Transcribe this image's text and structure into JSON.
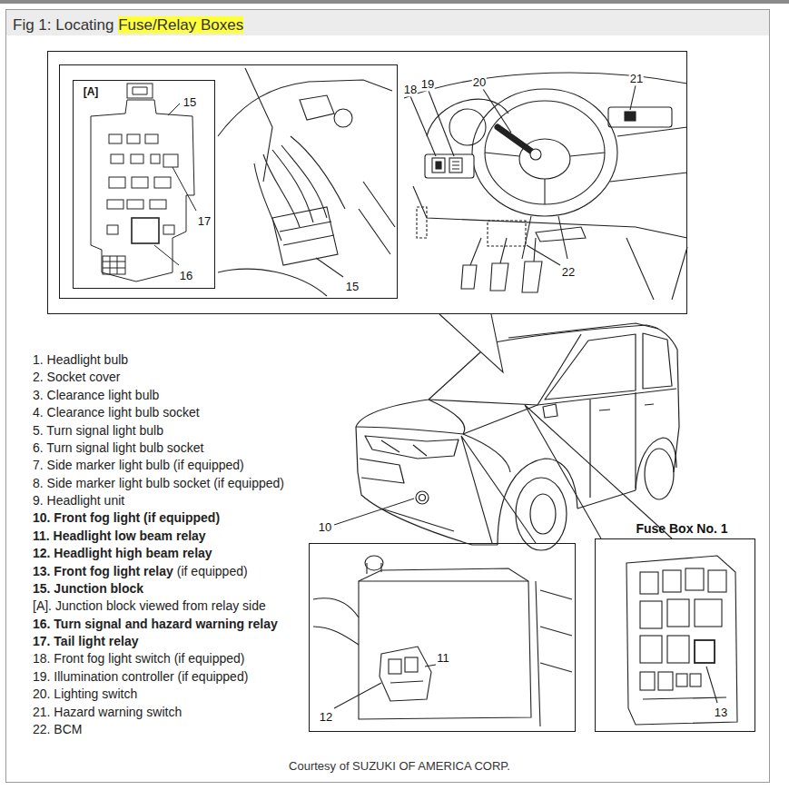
{
  "diagram": {
    "title": "Fig 1: Locating Fuse/Relay Boxes",
    "caption": "Courtesy of SUZUKI OF AMERICA CORP.",
    "nodes": [
      {
        "text": [
          "18",
          "19",
          "20",
          "21",
          "22"
        ]
      },
      {
        "text": [
          "15"
        ],
        "in": 0
      },
      {
        "text": [
          "[A]",
          "15",
          "17",
          "16"
        ],
        "in": 1
      },
      {
        "text": [
          "11",
          "12"
        ]
      },
      {
        "text": [
          "Fuse Box No. 1",
          "13"
        ]
      }
    ],
    "labels": [
      "1. Headlight bulb",
      "2. Socket cover",
      "3. Clearance light bulb",
      "4. Clearance light bulb socket",
      "5. Turn signal light bulb",
      "6. Turn signal light bulb socket",
      "7. Side marker light bulb (if equipped)",
      "8. Side marker light bulb socket (if equipped)",
      "9. Headlight unit",
      "10. Front fog light (if equipped)",
      "11. Headlight low beam relay",
      "12. Headlight high beam relay",
      "13. Front fog light relay",
      "(if equipped)",
      "15. Junction block",
      "[A]. Junction block viewed from relay side",
      "16. Turn signal and hazard warning relay",
      "17. Tail light relay",
      "18. Front fog light switch (if equipped)",
      "19. Illumination controller (if equipped)",
      "20. Lighting switch",
      "21. Hazard warning switch",
      "22. BCM",
      "10"
    ]
  }
}
